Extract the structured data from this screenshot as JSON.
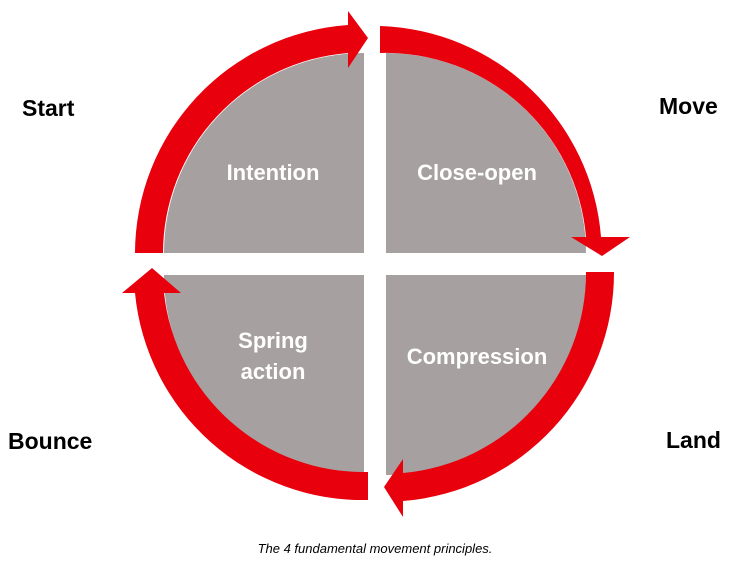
{
  "colors": {
    "arrow": "#e8000d",
    "quadrant": "#a6a0a0",
    "label": "#ffffff",
    "text": "#000000"
  },
  "corners": {
    "start": "Start",
    "move": "Move",
    "bounce": "Bounce",
    "land": "Land"
  },
  "quadrants": {
    "top_left": {
      "lines": [
        "Intention"
      ]
    },
    "top_right": {
      "lines": [
        "Close-open"
      ]
    },
    "bottom_right": {
      "lines": [
        "Compression"
      ]
    },
    "bottom_left": {
      "lines": [
        "Spring",
        "action"
      ]
    }
  },
  "caption": "The 4 fundamental movement principles."
}
